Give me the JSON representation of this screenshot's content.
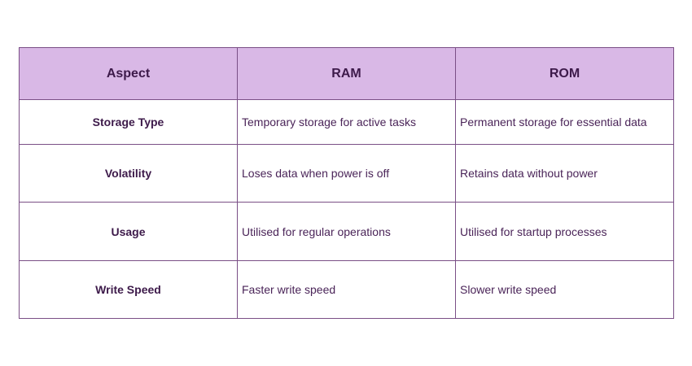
{
  "table": {
    "headers": [
      "Aspect",
      "RAM",
      "ROM"
    ],
    "rows": [
      {
        "aspect": "Storage Type",
        "ram": "Temporary storage for active tasks",
        "rom": "Permanent storage for essential data"
      },
      {
        "aspect": "Volatility",
        "ram": "Loses data when power is off",
        "rom": "Retains data without power"
      },
      {
        "aspect": "Usage",
        "ram": "Utilised for regular operations",
        "rom": "Utilised for startup processes"
      },
      {
        "aspect": "Write Speed",
        "ram": "Faster write speed",
        "rom": "Slower write speed"
      }
    ]
  },
  "colors": {
    "header_background": "#d9b8e6",
    "border": "#7a4f86",
    "text": "#3d1a4a"
  }
}
